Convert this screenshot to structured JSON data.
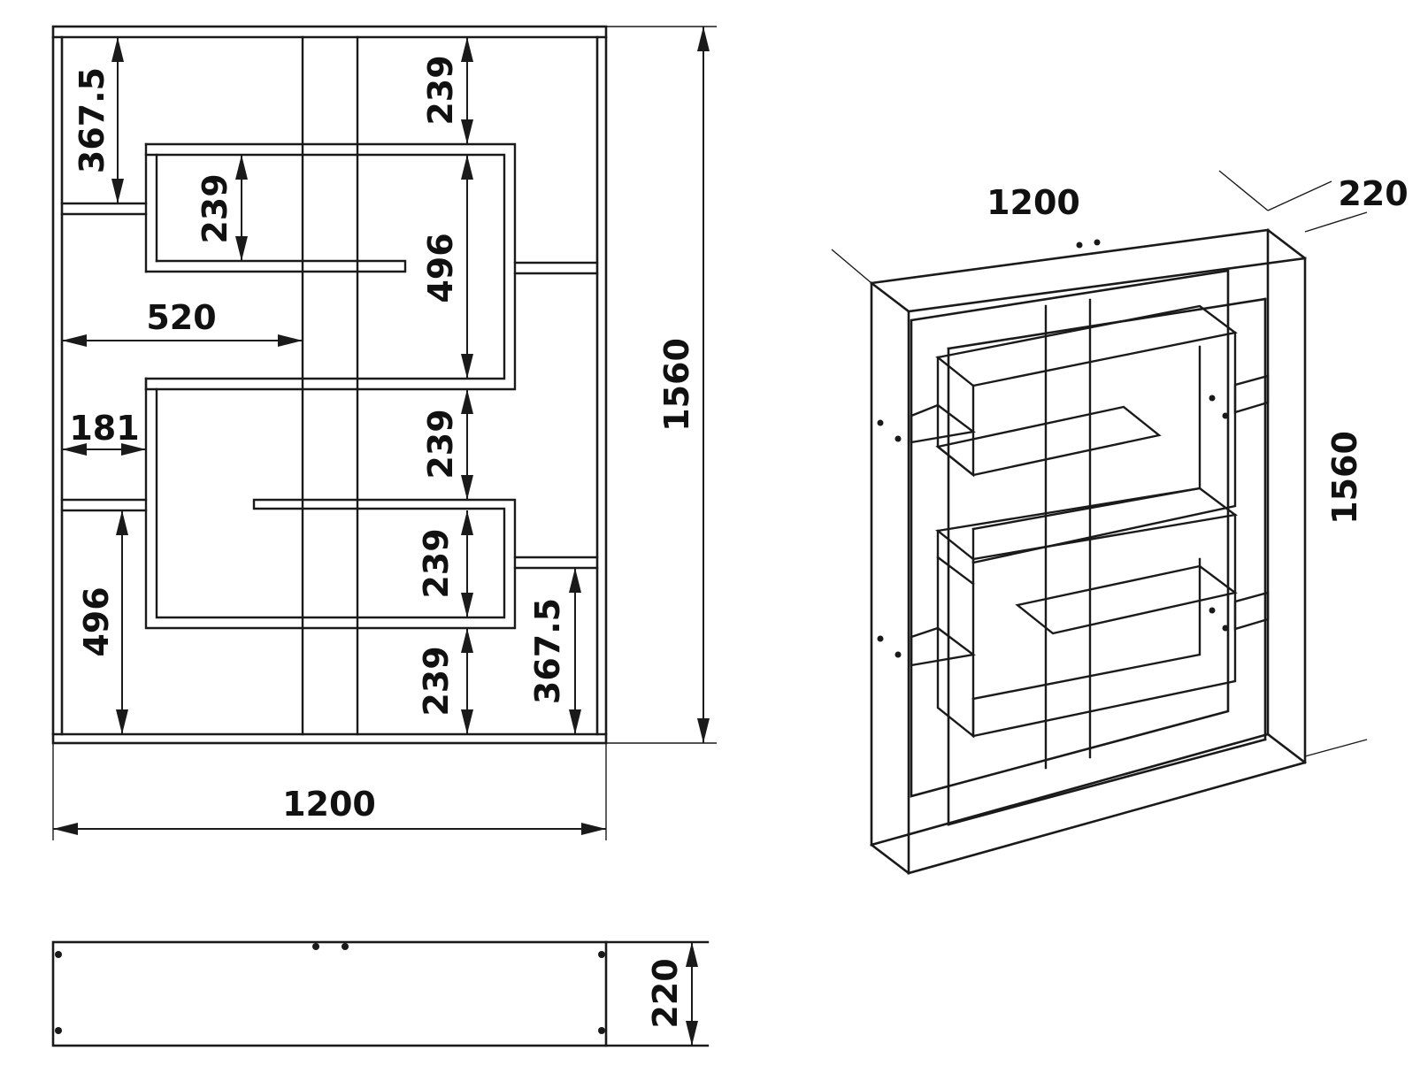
{
  "front_view": {
    "dims": {
      "d_top_left_gap": "367.5",
      "d_top_right_gap": "239",
      "d_upper_box_inner": "239",
      "d_right_tall": "496",
      "d_left_reach": "520",
      "d_left_small": "181",
      "d_mid_right": "239",
      "d_lower_box_inner": "239",
      "d_bottom_right": "239",
      "d_left_tall": "496",
      "d_bottom_right_gap": "367.5",
      "d_total_height": "1560",
      "d_total_width": "1200"
    }
  },
  "iso_view": {
    "dims": {
      "d_width": "1200",
      "d_depth": "220",
      "d_height": "1560"
    }
  },
  "top_view": {
    "dims": {
      "d_depth": "220"
    }
  }
}
